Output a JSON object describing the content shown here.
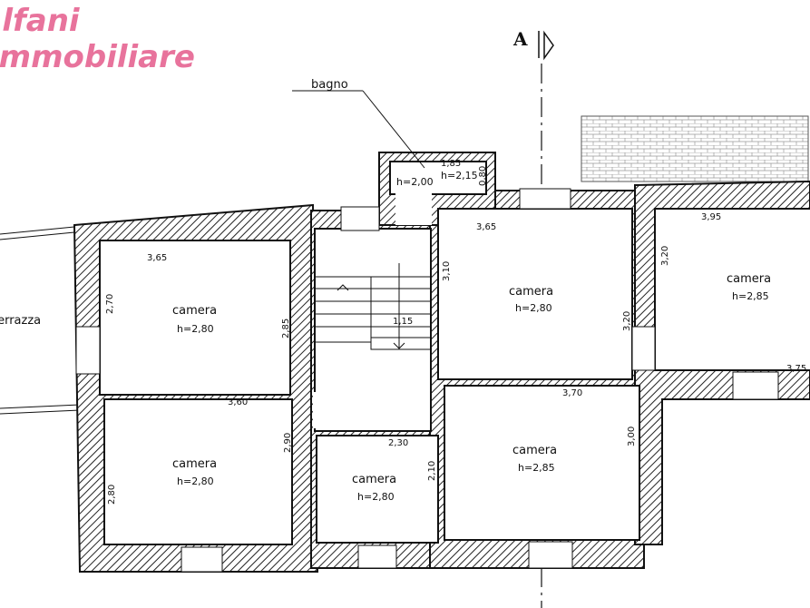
{
  "logo": {
    "line1": "Alfani",
    "line2": "Immobiliare",
    "color": "#e8739c"
  },
  "section_marker": "A",
  "labels": {
    "bagno": "bagno",
    "terrazza": "terrazza"
  },
  "rooms": [
    {
      "name": "camera",
      "height": "h=2,80"
    },
    {
      "name": "camera",
      "height": "h=2,80"
    },
    {
      "name": "camera",
      "height": "h=2,80"
    },
    {
      "name": "camera",
      "height": "h=2,80"
    },
    {
      "name": "camera",
      "height": "h=2,85"
    },
    {
      "name": "camera",
      "height": "h=2,85"
    }
  ],
  "bagno_heights": {
    "left": "h=2,00",
    "right": "h=2,15"
  },
  "dimensions": {
    "d365a": "3,65",
    "d270": "2,70",
    "d285": "2,85",
    "d360": "3,60",
    "d290": "2,90",
    "d280": "2,80",
    "d115": "1,15",
    "d230": "2,30",
    "d210": "2,10",
    "d365b": "3,65",
    "d310": "3,10",
    "d320a": "3,20",
    "d370": "3,70",
    "d300": "3,00",
    "d395": "3,95",
    "d320b": "3,20",
    "d375": "3,75",
    "d185": "1,85",
    "d080": "0,80"
  }
}
